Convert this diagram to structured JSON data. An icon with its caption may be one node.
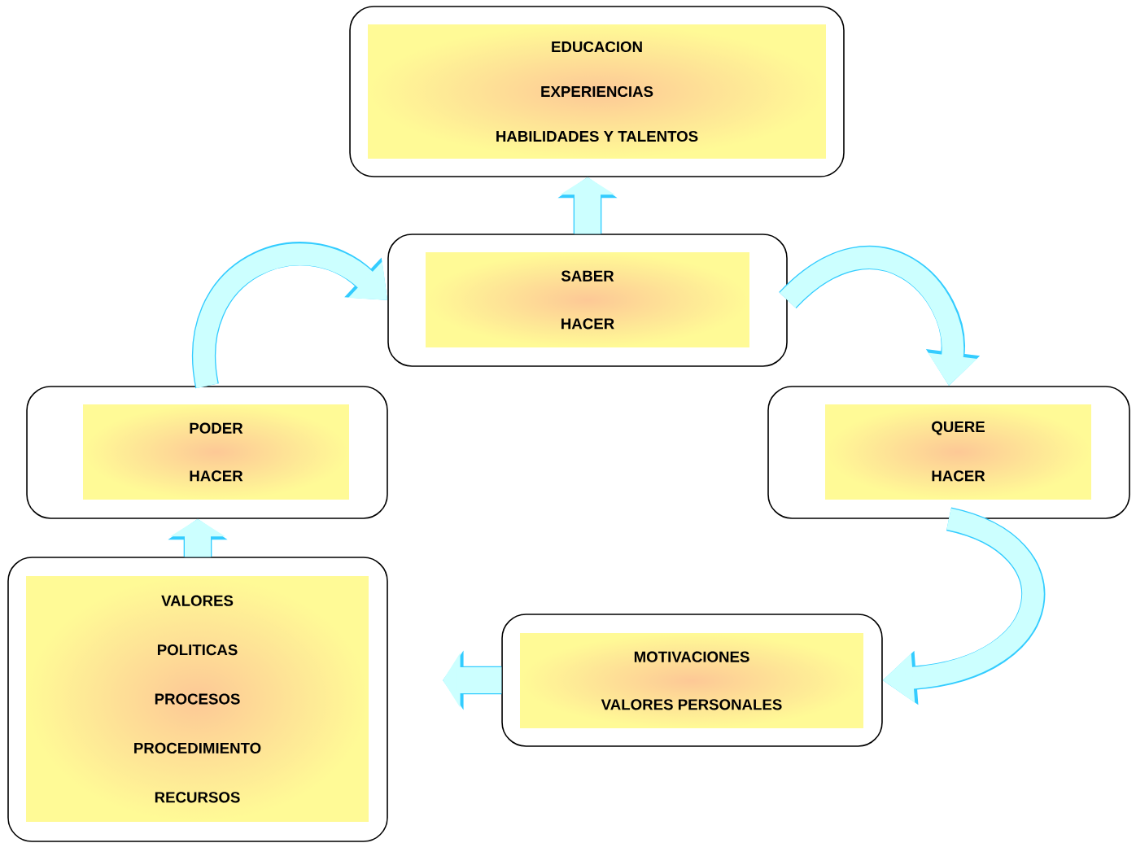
{
  "diagram": {
    "nodes": [
      {
        "text": [
          "EDUCACION",
          "EXPERIENCIAS",
          "HABILIDADES Y TALENTOS"
        ]
      },
      {
        "text": [
          "SABER",
          "HACER"
        ]
      },
      {
        "text": [
          "PODER",
          "HACER"
        ]
      },
      {
        "text": [
          "QUERE",
          "HACER"
        ]
      },
      {
        "text": [
          "VALORES",
          "POLITICAS",
          "PROCESOS",
          "PROCEDIMIENTO",
          "RECURSOS"
        ]
      },
      {
        "text": [
          "MOTIVACIONES",
          "VALORES PERSONALES"
        ]
      }
    ],
    "edges": [
      {
        "from": 1,
        "to": 0,
        "arrow": "to"
      },
      {
        "from": 2,
        "to": 1,
        "arrow": "to"
      },
      {
        "from": 1,
        "to": 3,
        "arrow": "to"
      },
      {
        "from": 3,
        "to": 5,
        "arrow": "to"
      },
      {
        "from": 5,
        "to": null,
        "arrow": "to"
      },
      {
        "from": 4,
        "to": 2,
        "arrow": "to"
      }
    ]
  }
}
